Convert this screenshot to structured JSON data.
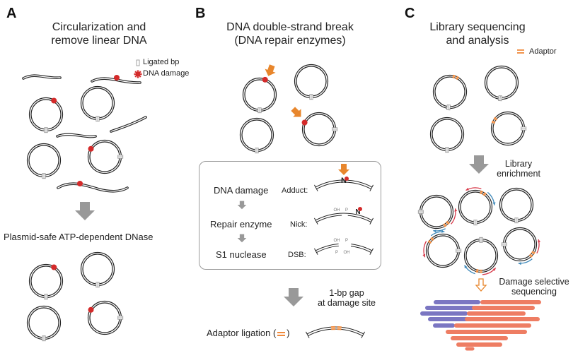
{
  "colors": {
    "dna_strand": "#222222",
    "damage": "#d42a2a",
    "ligated_bp": "#999999",
    "orange_arrow": "#e8862c",
    "gray_arrow": "#999999",
    "adaptor": "#f08a3c",
    "read_blue": "#7b76c2",
    "read_red": "#ee7d63",
    "primer_red": "#d83a4a",
    "primer_blue": "#3a86b8"
  },
  "panel_a": {
    "letter": "A",
    "title_line1": "Circularization and",
    "title_line2": "remove linear DNA",
    "legend": [
      {
        "icon": "ligated-bp-icon",
        "label": "Ligated bp"
      },
      {
        "icon": "dna-damage-icon",
        "label": "DNA damage"
      }
    ],
    "step_label": "Plasmid-safe ATP-dependent DNase"
  },
  "panel_b": {
    "letter": "B",
    "title_line1": "DNA double-strand break",
    "title_line2": "(DNA repair enzymes)",
    "steps": [
      "DNA damage",
      "Repair enzyme",
      "S1 nuclease"
    ],
    "states": [
      "Adduct:",
      "Nick:",
      "DSB:"
    ],
    "base_label": "N",
    "oh_label": "OH",
    "p_label": "P",
    "gap_note_line1": "1-bp gap",
    "gap_note_line2": "at damage site",
    "adaptor_label_prefix": "Adaptor ligation (",
    "adaptor_label_suffix": ")"
  },
  "panel_c": {
    "letter": "C",
    "title_line1": "Library sequencing",
    "title_line2": "and analysis",
    "legend_label": "Adaptor",
    "enrich_line1": "Library",
    "enrich_line2": "enrichment",
    "seq_line1": "Damage selective",
    "seq_line2": "sequencing"
  }
}
